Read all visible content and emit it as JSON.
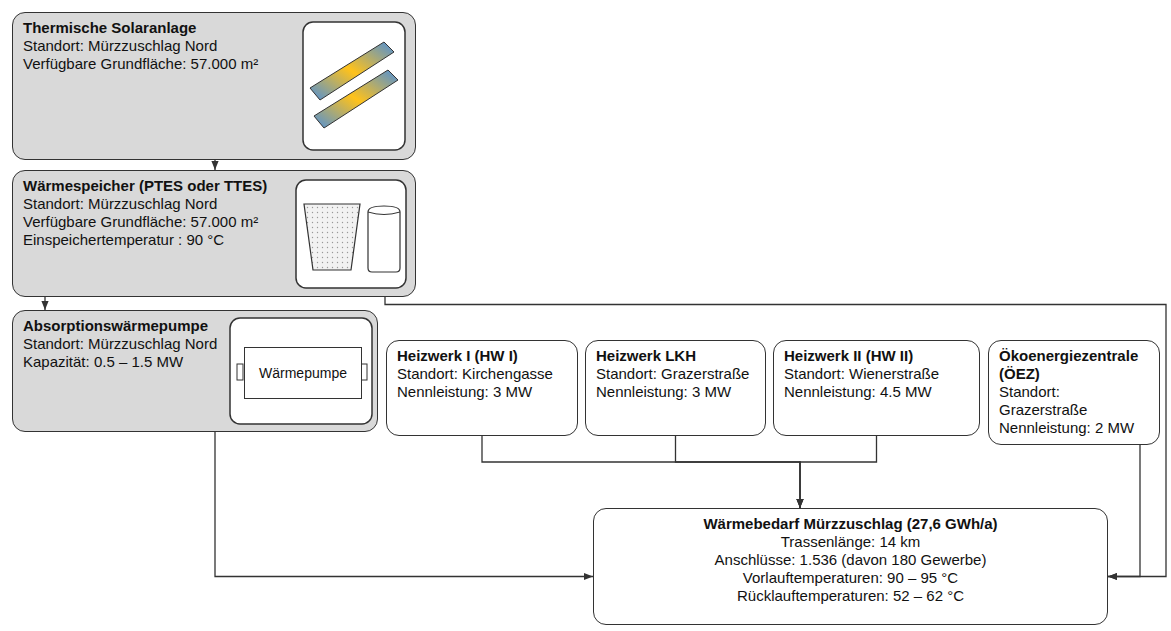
{
  "diagram": {
    "nodes": [
      {
        "text": [
          "Thermische Solaranlage",
          "Standort: Mürzzuschlag Nord",
          "Verfügbare Grundfläche: 57.000 m²"
        ]
      },
      {
        "text": [
          "Wärmespeicher (PTES oder TTES)",
          "Standort: Mürzzuschlag Nord",
          "Verfügbare Grundfläche: 57.000 m²",
          "Einspeichertemperatur : 90 °C"
        ]
      },
      {
        "text": [
          "Absorptionswärmepumpe",
          "Standort: Mürzzuschlag Nord",
          "Kapazität: 0.5 – 1.5 MW"
        ]
      },
      {
        "text": [
          "Wärmepumpe"
        ],
        "in": 2
      },
      {
        "text": [
          "Heizwerk I (HW I)",
          "Standort: Kirchengasse",
          "Nennleistung: 3 MW"
        ]
      },
      {
        "text": [
          "Heizwerk LKH",
          "Standort: Grazerstraße",
          "Nennleistung: 3 MW"
        ]
      },
      {
        "text": [
          "Heizwerk II (HW II)",
          "Standort: Wienerstraße",
          "Nennleistung: 4.5 MW"
        ]
      },
      {
        "text": [
          "Ökoenergiezentrale (ÖEZ)",
          "Standort: Grazerstraße",
          "Nennleistung: 2 MW"
        ]
      },
      {
        "text": [
          "Wärmebedarf Mürzzuschlag (27,6 GWh/a)",
          "Trassenlänge: 14 km",
          "Anschlüsse: 1.536 (davon 180 Gewerbe)",
          "Vorlauftemperaturen: 90 – 95 °C",
          "Rücklauftemperaturen: 52 – 62 °C"
        ]
      }
    ],
    "edges": [
      {
        "from": 0,
        "to": 1,
        "arrow": "to"
      },
      {
        "from": 1,
        "to": 2,
        "arrow": "to"
      },
      {
        "from": 1,
        "to": 8,
        "arrow": "to"
      },
      {
        "from": 2,
        "to": 8,
        "arrow": "to"
      },
      {
        "from": 4,
        "to": 8,
        "arrow": "to"
      },
      {
        "from": 5,
        "to": 8,
        "arrow": "to"
      },
      {
        "from": 6,
        "to": 8,
        "arrow": "to"
      },
      {
        "from": 7,
        "to": 8,
        "arrow": "to"
      }
    ]
  }
}
